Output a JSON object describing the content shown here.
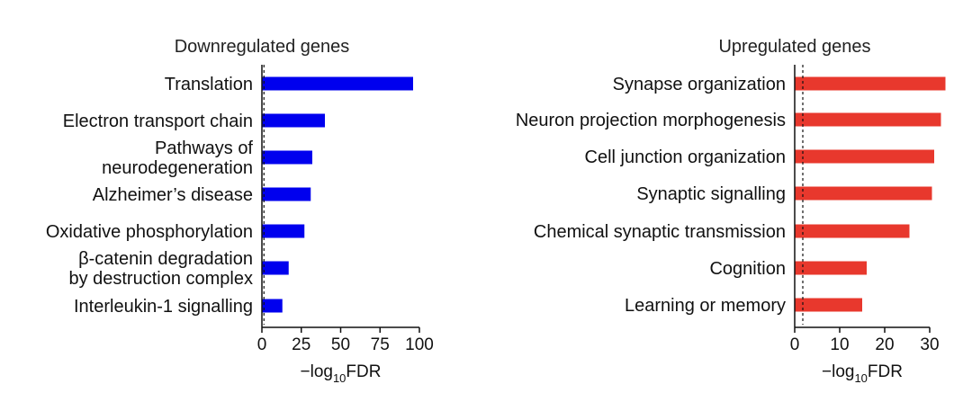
{
  "chart_data": [
    {
      "type": "bar",
      "orientation": "horizontal",
      "title": "Downregulated genes",
      "categories": [
        "Translation",
        "Electron transport chain",
        "Pathways of neurodegeneration",
        "Alzheimer’s disease",
        "Oxidative phosphorylation",
        "β-catenin degradation by destruction complex",
        "Interleukin-1 signalling"
      ],
      "category_lines": [
        [
          "Translation"
        ],
        [
          "Electron transport chain"
        ],
        [
          "Pathways of",
          "neurodegeneration"
        ],
        [
          "Alzheimer’s disease"
        ],
        [
          "Oxidative phosphorylation"
        ],
        [
          "β-catenin degradation",
          "by destruction complex"
        ],
        [
          "Interleukin-1 signalling"
        ]
      ],
      "values": [
        96,
        40,
        32,
        31,
        27,
        17,
        13
      ],
      "xlim": [
        0,
        100
      ],
      "xticks": [
        0,
        25,
        50,
        75,
        100
      ],
      "xlabel": {
        "prefix": "−log",
        "sub": "10",
        "suffix": "FDR"
      },
      "reference_line": 1.3,
      "bar_color": "#0000ee"
    },
    {
      "type": "bar",
      "orientation": "horizontal",
      "title": "Upregulated genes",
      "categories": [
        "Synapse organization",
        "Neuron projection morphogenesis",
        "Cell junction organization",
        "Synaptic signalling",
        "Chemical synaptic transmission",
        "Cognition",
        "Learning or memory"
      ],
      "category_lines": [
        [
          "Synapse organization"
        ],
        [
          "Neuron projection morphogenesis"
        ],
        [
          "Cell junction organization"
        ],
        [
          "Synaptic signalling"
        ],
        [
          "Chemical synaptic transmission"
        ],
        [
          "Cognition"
        ],
        [
          "Learning or memory"
        ]
      ],
      "values": [
        33.5,
        32.5,
        31,
        30.5,
        25.5,
        16,
        15
      ],
      "xlim": [
        0,
        35
      ],
      "xticks": [
        0,
        10,
        20,
        30
      ],
      "xlabel": {
        "prefix": "−log",
        "sub": "10",
        "suffix": "FDR"
      },
      "reference_line": 1.8,
      "bar_color": "#e8382d"
    }
  ]
}
